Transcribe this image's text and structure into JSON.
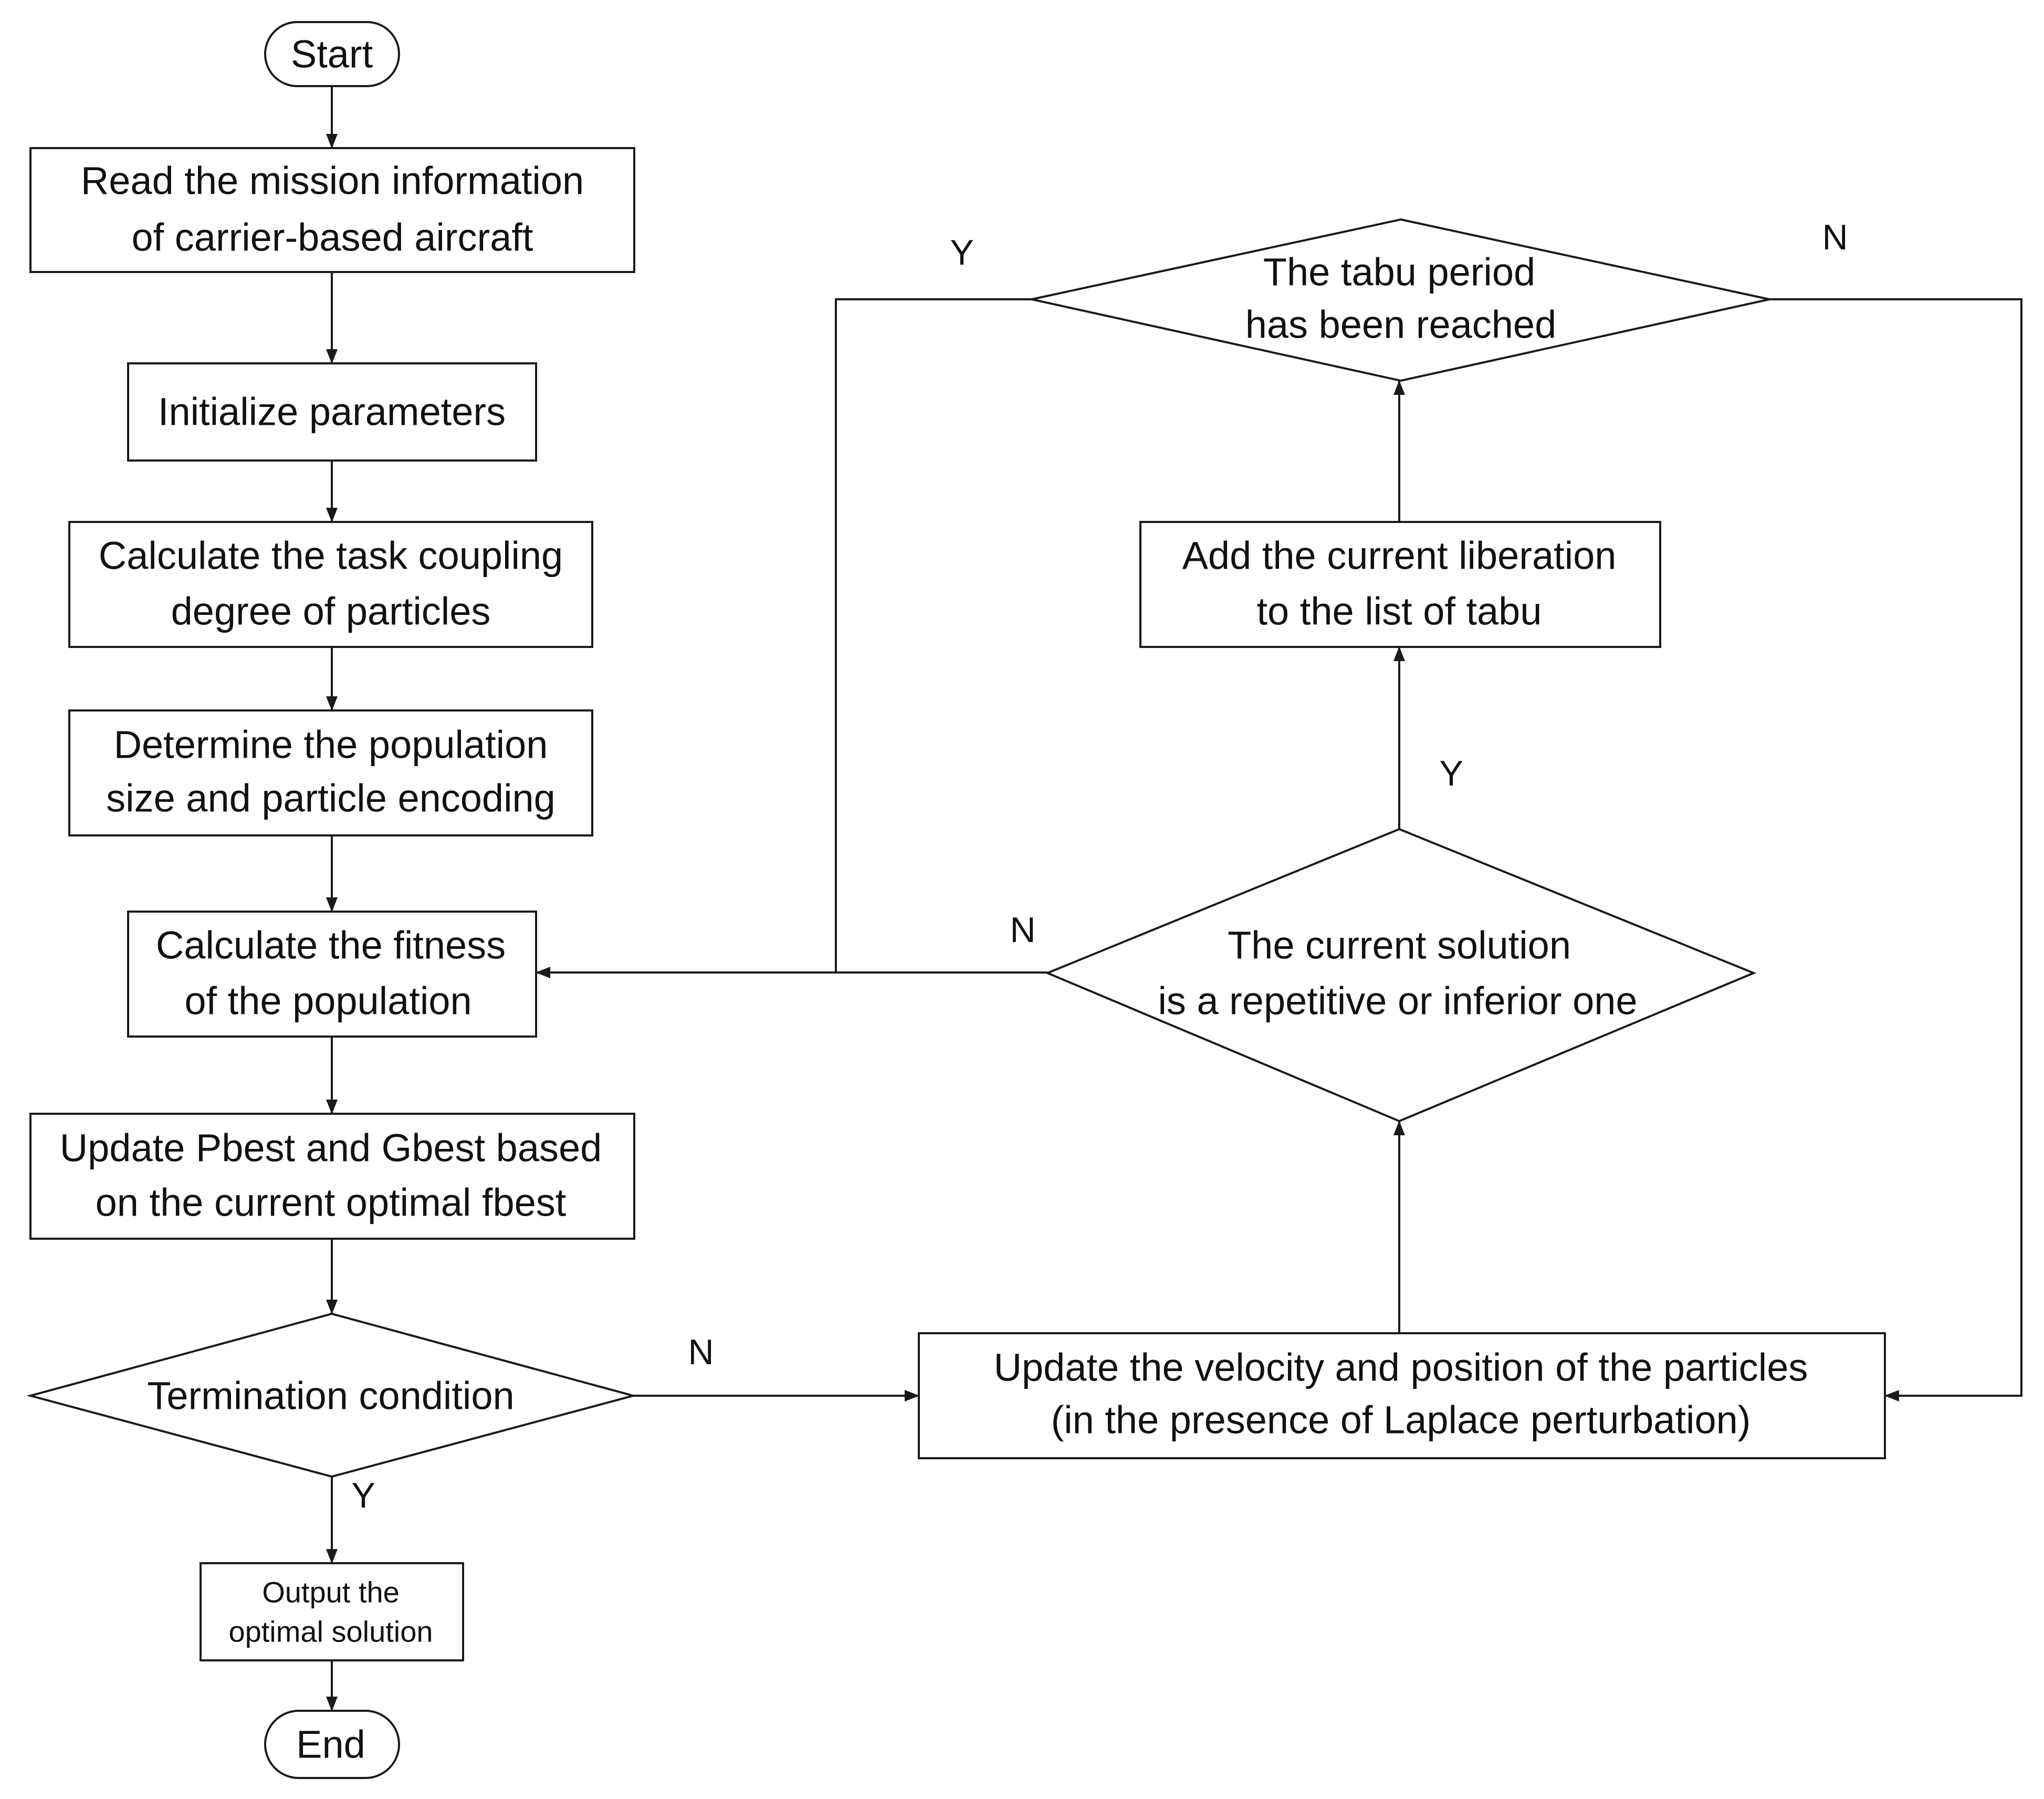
{
  "nodes": {
    "start": "Start",
    "read_mission": [
      "Read the mission information",
      "of carrier-based aircraft"
    ],
    "init_params": "Initialize parameters",
    "coupling": [
      "Calculate the task coupling",
      "degree of particles"
    ],
    "population": [
      "Determine the population",
      "size and particle encoding"
    ],
    "fitness": [
      "Calculate the fitness",
      "of the population"
    ],
    "update_best": [
      "Update Pbest and Gbest based",
      "on the current optimal fbest"
    ],
    "termination": "Termination condition",
    "output": [
      "Output the",
      "optimal solution"
    ],
    "end": "End",
    "update_velocity": [
      "Update the velocity and position of the particles",
      "(in the presence of Laplace perturbation)"
    ],
    "current_solution": [
      "The current solution",
      "is a repetitive or inferior one"
    ],
    "add_tabu": [
      "Add the current liberation",
      "to the list of tabu"
    ],
    "tabu_period": [
      "The tabu period",
      "has been reached"
    ]
  },
  "edge_labels": {
    "termination_no": "N",
    "termination_yes": "Y",
    "solution_no": "N",
    "solution_yes": "Y",
    "tabu_yes": "Y",
    "tabu_no": "N"
  },
  "colors": {
    "stroke": "#1a1a1a",
    "text": "#111111",
    "background": "#ffffff"
  }
}
